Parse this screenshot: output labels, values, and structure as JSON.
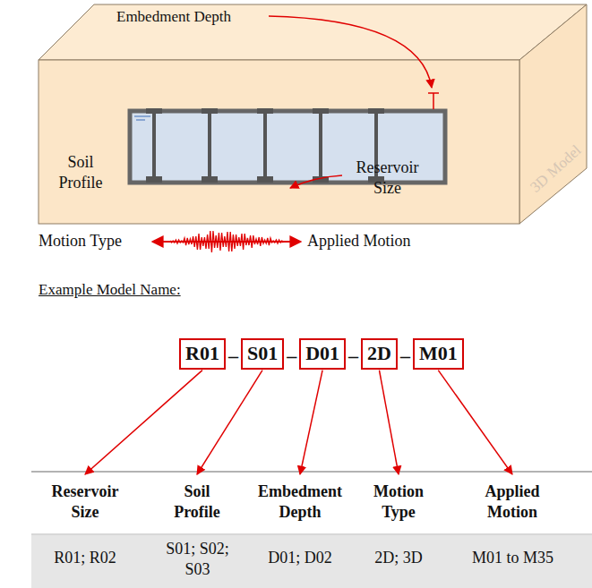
{
  "diagram": {
    "nodes": [
      {
        "text": [
          "R01"
        ]
      },
      {
        "text": [
          "S01"
        ]
      },
      {
        "text": [
          "D01"
        ]
      },
      {
        "text": [
          "2D"
        ]
      },
      {
        "text": [
          "M01"
        ]
      }
    ],
    "labels": [
      "Embedment Depth",
      "Soil Profile",
      "Reservoir Size",
      "3D Model",
      "Motion Type",
      "Applied Motion",
      "Example Model Name:",
      "_",
      "_",
      "_",
      "_",
      "Reservoir Size",
      "Soil Profile",
      "Embedment Depth",
      "Motion Type",
      "Applied Motion",
      "R01; R02",
      "S01; S02; S03",
      "D01; D02",
      "2D; 3D",
      "M01 to M35"
    ]
  }
}
